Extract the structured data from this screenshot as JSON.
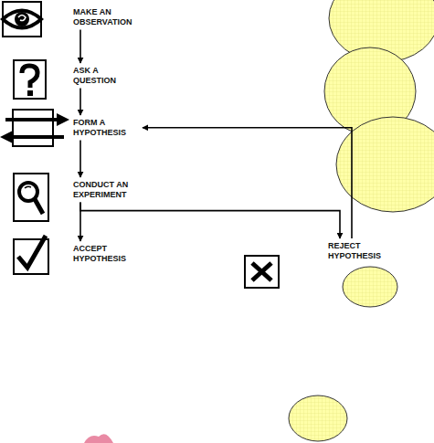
{
  "diagram": {
    "nodes": [
      {
        "text": [
          "MAKE AN OBSERVATION"
        ]
      },
      {
        "text": [
          "ASK A QUESTION"
        ]
      },
      {
        "text": [
          "FORM A HYPOTHESIS"
        ]
      },
      {
        "text": [
          "CONDUCT AN EXPERIMENT"
        ]
      },
      {
        "text": [
          "ACCEPT HYPOTHESIS"
        ]
      },
      {
        "text": [
          "REJECT HYPOTHESIS"
        ]
      }
    ],
    "edges": [
      {
        "from": 0,
        "to": 1,
        "arrow": "to"
      },
      {
        "from": 1,
        "to": 2,
        "arrow": "to"
      },
      {
        "from": 2,
        "to": 3,
        "arrow": "to"
      },
      {
        "from": 3,
        "to": 4,
        "arrow": "to"
      },
      {
        "from": 3,
        "to": 5,
        "arrow": "to"
      },
      {
        "from": 5,
        "to": 2,
        "arrow": "to"
      }
    ]
  }
}
